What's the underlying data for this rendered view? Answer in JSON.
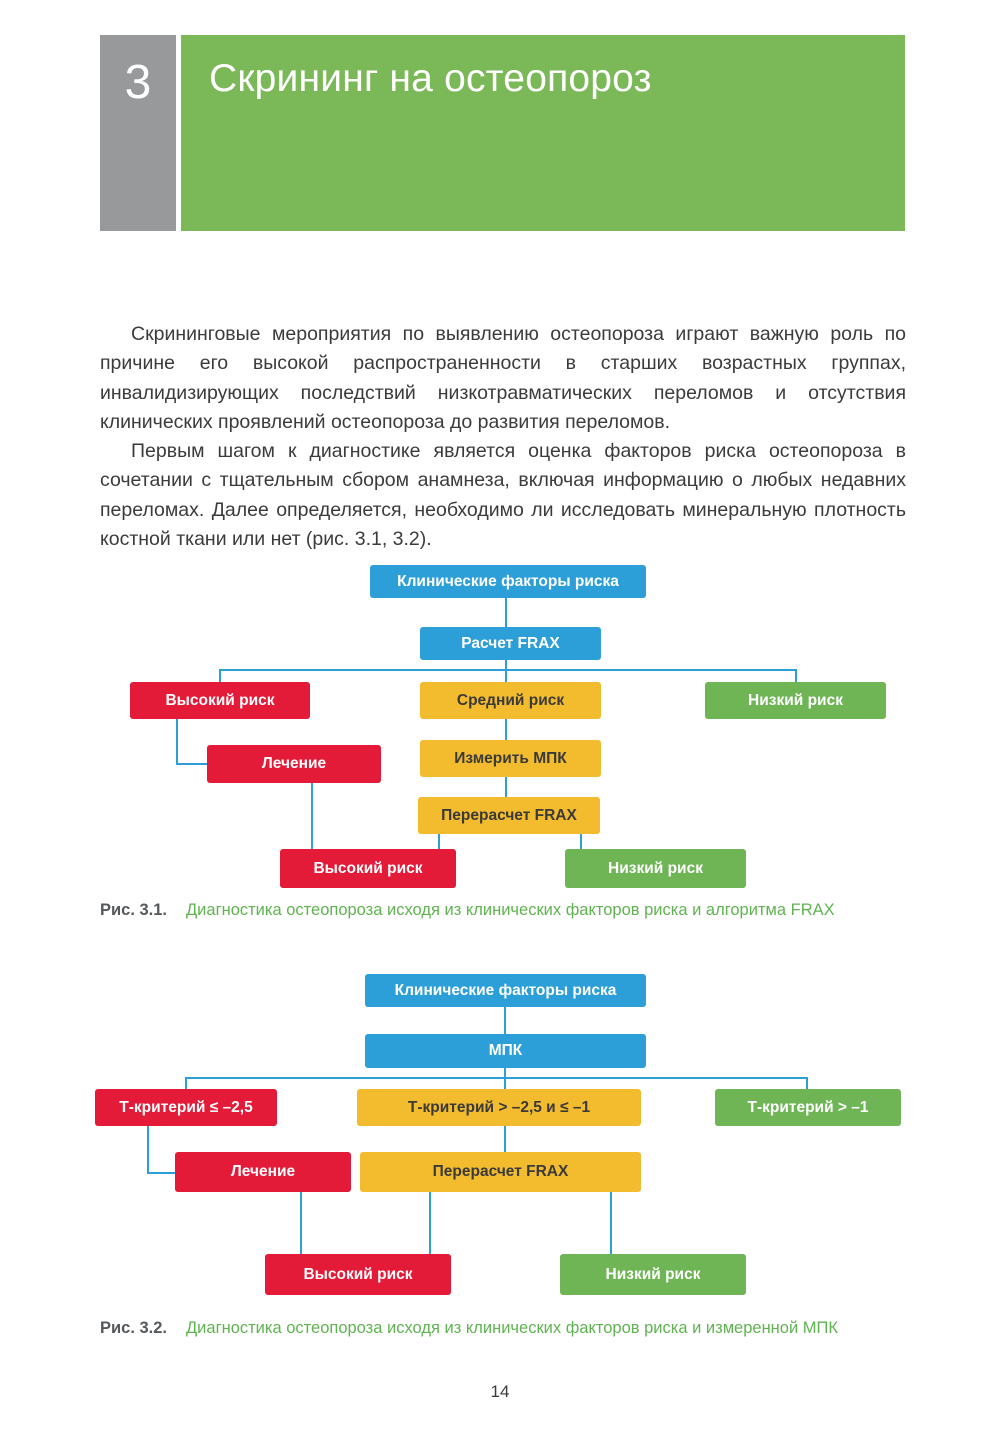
{
  "header": {
    "chapter_number": "3",
    "chapter_title": "Скрининг на остеопороз"
  },
  "body": {
    "paragraphs": [
      "Скрининговые мероприятия по выявлению остеопороза играют важную роль по причине его высокой распространенности в старших возрастных группах, инвалидизирующих последствий низкотравматических переломов и отсутствия клинических проявлений остеопороза до развития переломов.",
      "Первым шагом к диагностике является оценка факторов риска остеопороза в сочетании с тщательным сбором анамнеза, включая информацию о любых недавних переломах. Далее определяется, необходимо ли исследовать минеральную плотность костной ткани или нет (рис. 3.1, 3.2)."
    ]
  },
  "figure1": {
    "label": "Рис. 3.1.",
    "caption": "Диагностика остеопороза исходя из клинических факторов риска и алгоритма FRAX",
    "nodes": {
      "clinical_risk_factors": "Клинические факторы риска",
      "frax_calculation": "Расчет FRAX",
      "high_risk": "Высокий риск",
      "medium_risk": "Средний риск",
      "low_risk": "Низкий риск",
      "treatment": "Лечение",
      "measure_bmd": "Измерить МПК",
      "frax_recalculation": "Перерасчет FRAX",
      "high_risk_final": "Высокий риск",
      "low_risk_final": "Низкий риск"
    }
  },
  "figure2": {
    "label": "Рис. 3.2.",
    "caption": "Диагностика остеопороза исходя из клинических факторов риска и измеренной МПК",
    "nodes": {
      "clinical_risk_factors": "Клинические факторы риска",
      "bmd": "МПК",
      "t_score_low": "Т-критерий ≤ –2,5",
      "t_score_mid": "Т-критерий > –2,5 и ≤ –1",
      "t_score_high": "Т-критерий > –1",
      "treatment": "Лечение",
      "frax_recalculation": "Перерасчет FRAX",
      "high_risk": "Высокий риск",
      "low_risk": "Низкий риск"
    }
  },
  "footer": {
    "page_number": "14"
  },
  "colors": {
    "header_gray": "#97999b",
    "header_green": "#7bb857",
    "node_blue": "#2d9fd8",
    "node_red": "#e31b38",
    "node_yellow": "#f3bb2e",
    "node_green": "#6fb556",
    "connector": "#2d9fd8",
    "caption_green": "#5fb350",
    "caption_label": "#56595c",
    "body_text": "#3b3b3b"
  }
}
